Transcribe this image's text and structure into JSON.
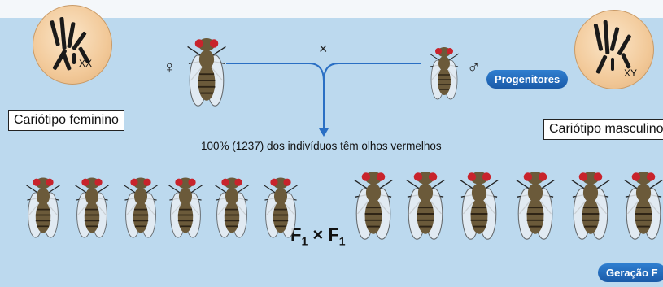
{
  "female_karyotype": {
    "sex_chromosomes": "XX",
    "label": "Cariótipo feminino"
  },
  "male_karyotype": {
    "sex_chromosomes": "XY",
    "label": "Cariótipo masculino"
  },
  "parents": {
    "female_symbol": "♀",
    "male_symbol": "♂",
    "cross_symbol": "×",
    "badge": "Progenitores"
  },
  "result_statement": "100% (1237) dos indivíduos têm olhos vermelhos",
  "f1_cross": {
    "left": "F",
    "left_sub": "1",
    "sign": " × ",
    "right": "F",
    "right_sub": "1"
  },
  "generation_badge": "Geração F",
  "colors": {
    "background": "#bcd9ee",
    "arrow": "#2a6fc4",
    "badge": "#1a5aa8",
    "fly_body": "#6b5a3a",
    "fly_eye": "#c8232c"
  },
  "icons": [
    "karyotype-icon",
    "fruit-fly-icon",
    "female-symbol-icon",
    "male-symbol-icon"
  ]
}
